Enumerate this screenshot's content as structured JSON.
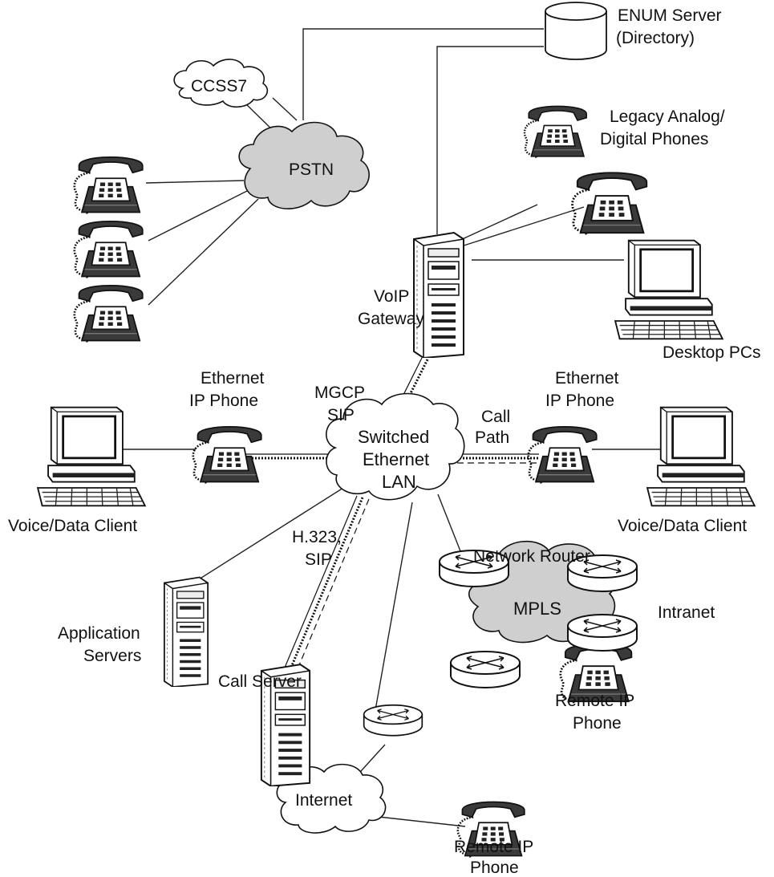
{
  "colors": {
    "cloud_fill": "#cfcfcf",
    "cloud_fill_light": "#ffffff",
    "line": "#222222",
    "phone_body": "#444444"
  },
  "labels": {
    "enum_server": [
      "ENUM Server",
      "(Directory)"
    ],
    "ccss7": "CCSS7",
    "pstn": "PSTN",
    "legacy_phones": [
      "Legacy Analog/",
      "Digital Phones"
    ],
    "voip_gateway": [
      "VoIP",
      "Gateway"
    ],
    "desktop_pcs": "Desktop PCs",
    "ethernet_ip_phone_left": [
      "Ethernet",
      "IP Phone"
    ],
    "mgcp_sip": [
      "MGCP",
      "SIP"
    ],
    "switched_lan": [
      "Switched",
      "Ethernet",
      "LAN"
    ],
    "call_path": [
      "Call",
      "Path"
    ],
    "ethernet_ip_phone_right": [
      "Ethernet",
      "IP Phone"
    ],
    "voice_data_client_left": "Voice/Data Client",
    "voice_data_client_right": "Voice/Data Client",
    "h323_sip": [
      "H.323,",
      "SIP"
    ],
    "network_router": "Network Router",
    "mpls": "MPLS",
    "intranet": "Intranet",
    "application_servers": [
      "Application",
      "Servers"
    ],
    "call_server": "Call Server",
    "remote_ip_phone_mpls": [
      "Remote IP",
      "Phone"
    ],
    "internet": "Internet",
    "remote_ip_phone_internet": [
      "Remote IP",
      "Phone"
    ]
  },
  "icons": {
    "telephone": "telephone-icon",
    "server": "server-tower-icon",
    "pc": "desktop-pc-icon",
    "router": "router-icon",
    "database": "database-cylinder-icon",
    "cloud": "cloud-icon"
  }
}
